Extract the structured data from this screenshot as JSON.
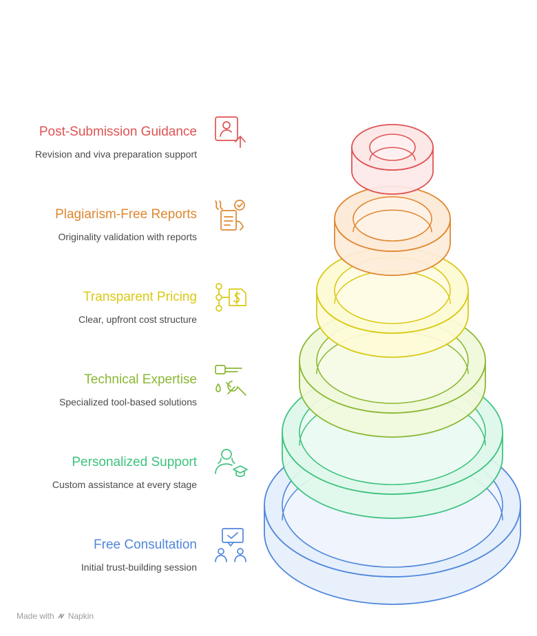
{
  "steps": [
    {
      "title": "Post-Submission Guidance",
      "desc": "Revision and viva preparation support",
      "color": "#e05252",
      "fill": "#fde8e8",
      "icon": "user-upload-icon"
    },
    {
      "title": "Plagiarism-Free Reports",
      "desc": "Originality validation with reports",
      "color": "#e0862e",
      "fill": "#fdebd9",
      "icon": "document-check-icon"
    },
    {
      "title": "Transparent Pricing",
      "desc": "Clear, upfront cost structure",
      "color": "#d9c916",
      "fill": "#fdfbd6",
      "icon": "pricing-flow-icon"
    },
    {
      "title": "Technical Expertise",
      "desc": "Specialized tool-based solutions",
      "color": "#8ab833",
      "fill": "#f1f9dc",
      "icon": "tools-icon"
    },
    {
      "title": "Personalized Support",
      "desc": "Custom assistance at every stage",
      "color": "#3ec27e",
      "fill": "#e0f8ec",
      "icon": "graduate-icon"
    },
    {
      "title": "Free Consultation",
      "desc": "Initial trust-building session",
      "color": "#4f86db",
      "fill": "#e6effc",
      "icon": "consultation-icon"
    }
  ],
  "footer": {
    "made_with": "Made with",
    "brand": "Napkin"
  }
}
